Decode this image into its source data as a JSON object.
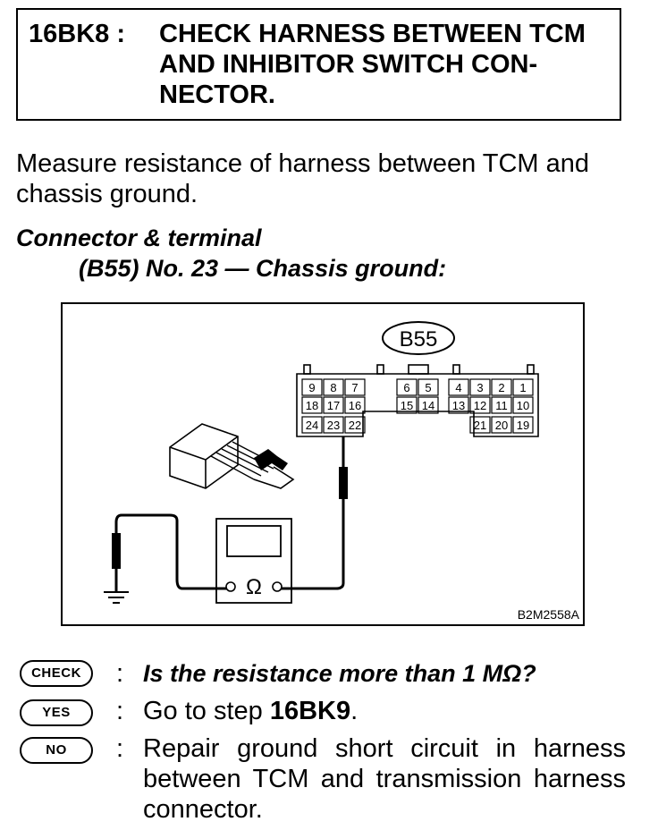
{
  "header": {
    "step": "16BK8 :",
    "title": "CHECK HARNESS BETWEEN TCM AND INHIBITOR SWITCH CON-NECTOR."
  },
  "body": {
    "instruction": "Measure resistance of harness between TCM and chassis ground."
  },
  "connector": {
    "heading": "Connector & terminal",
    "value": "(B55) No. 23 — Chassis ground:"
  },
  "figure": {
    "connector_label": "B55",
    "code": "B2M2558A",
    "meter_symbol": "Ω",
    "terminals": {
      "left_top": [
        "9",
        "8",
        "7"
      ],
      "left_mid": [
        "18",
        "17",
        "16"
      ],
      "left_bot": [
        "24",
        "23",
        "22"
      ],
      "center_top": [
        "6",
        "5"
      ],
      "center_mid": [
        "15",
        "14"
      ],
      "right_top": [
        "4",
        "3",
        "2",
        "1"
      ],
      "right_mid": [
        "13",
        "12",
        "11",
        "10"
      ],
      "right_bot": [
        "21",
        "20",
        "19"
      ]
    }
  },
  "qa": {
    "check": {
      "badge": "CHECK",
      "colon": ":",
      "text": "Is the resistance more than 1 MΩ?"
    },
    "yes": {
      "badge": "YES",
      "colon": ":",
      "text_prefix": "Go to step ",
      "next_step": "16BK9",
      "text_suffix": "."
    },
    "no": {
      "badge": "NO",
      "colon": ":",
      "text": "Repair ground short circuit in harness between TCM and transmission harness connector."
    }
  }
}
